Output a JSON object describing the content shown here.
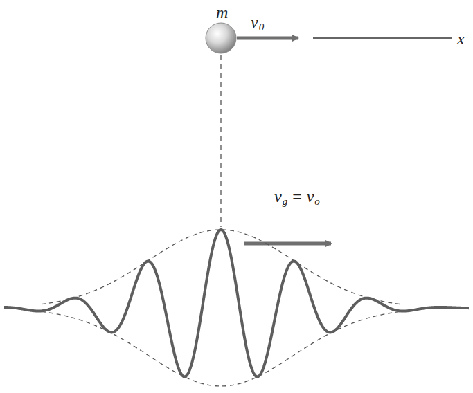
{
  "diagram": {
    "labels": [
      "m",
      "v",
      "0",
      "x",
      "v",
      "g",
      "=",
      "v",
      "o"
    ]
  }
}
